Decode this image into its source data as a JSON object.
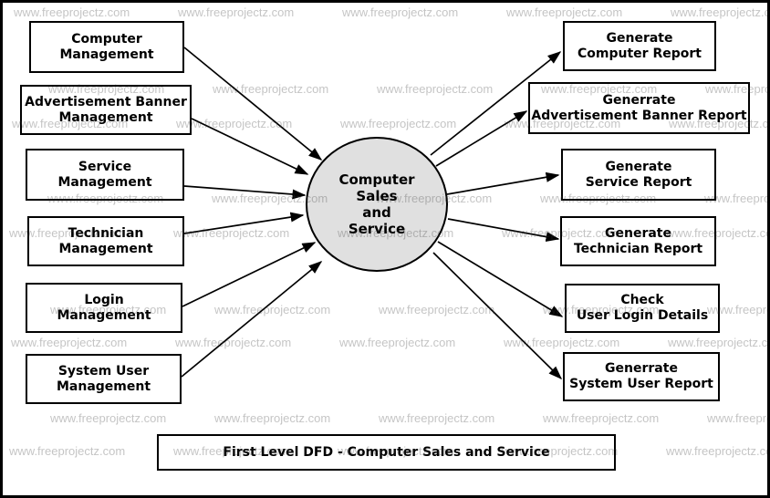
{
  "watermark": {
    "text": "www.freeprojectz.com"
  },
  "process": {
    "lines": [
      "Computer",
      "Sales",
      "and",
      "Service"
    ]
  },
  "entities": [
    {
      "lines": [
        "Computer",
        "Management"
      ]
    },
    {
      "lines": [
        "Advertisement Banner",
        "Management"
      ]
    },
    {
      "lines": [
        "Service",
        "Management"
      ]
    },
    {
      "lines": [
        "Technician",
        "Management"
      ]
    },
    {
      "lines": [
        "Login",
        "Management"
      ]
    },
    {
      "lines": [
        "System User",
        "Management"
      ]
    }
  ],
  "outputs": [
    {
      "lines": [
        "Generate",
        "Computer Report"
      ]
    },
    {
      "lines": [
        "Generrate",
        "Advertisement Banner Report"
      ]
    },
    {
      "lines": [
        "Generate",
        "Service Report"
      ]
    },
    {
      "lines": [
        "Generate",
        "Technician Report"
      ]
    },
    {
      "lines": [
        "Check",
        "User Login Details"
      ]
    },
    {
      "lines": [
        "Generrate",
        "System User Report"
      ]
    }
  ],
  "title": "First Level DFD - Computer Sales and Service",
  "colors": {
    "process_fill": "#e0e0e0",
    "line": "#000000",
    "background": "#ffffff"
  }
}
